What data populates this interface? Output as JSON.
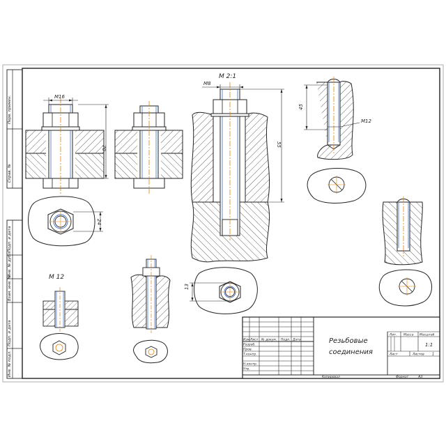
{
  "drawing": {
    "dims": {
      "m16": "M16",
      "h70": "70",
      "d24": "24",
      "m12_left": "M 12",
      "scale": "M 2:1",
      "m8": "M8",
      "h55": "55",
      "d13": "13",
      "h45": "45",
      "m12_right": "M12"
    },
    "side_strip": [
      "Перв. примен.",
      "Справ. №",
      "Подп. и дата",
      "Инв. № дубл.",
      "Взам. инв. №",
      "Подп. и дата",
      "Инв. № подл."
    ]
  },
  "title_block": {
    "title_line1": "Резьбовые",
    "title_line2": "соединения",
    "col_headers": [
      "Изм",
      "Лист",
      "№ докум.",
      "Подп.",
      "Дата"
    ],
    "row_labels": [
      "Разраб.",
      "Пров.",
      "Т.контр.",
      "",
      "Н.контр.",
      "Утв."
    ],
    "lit_label": "Лит.",
    "mass_label": "Масса",
    "scale_label": "Масштаб",
    "scale_value": "1:1",
    "sheet_label": "Лист",
    "sheets_label": "Листов",
    "sheets_value": "1",
    "copied_label": "Копировал",
    "format_label": "Формат",
    "format_value": "A3"
  }
}
